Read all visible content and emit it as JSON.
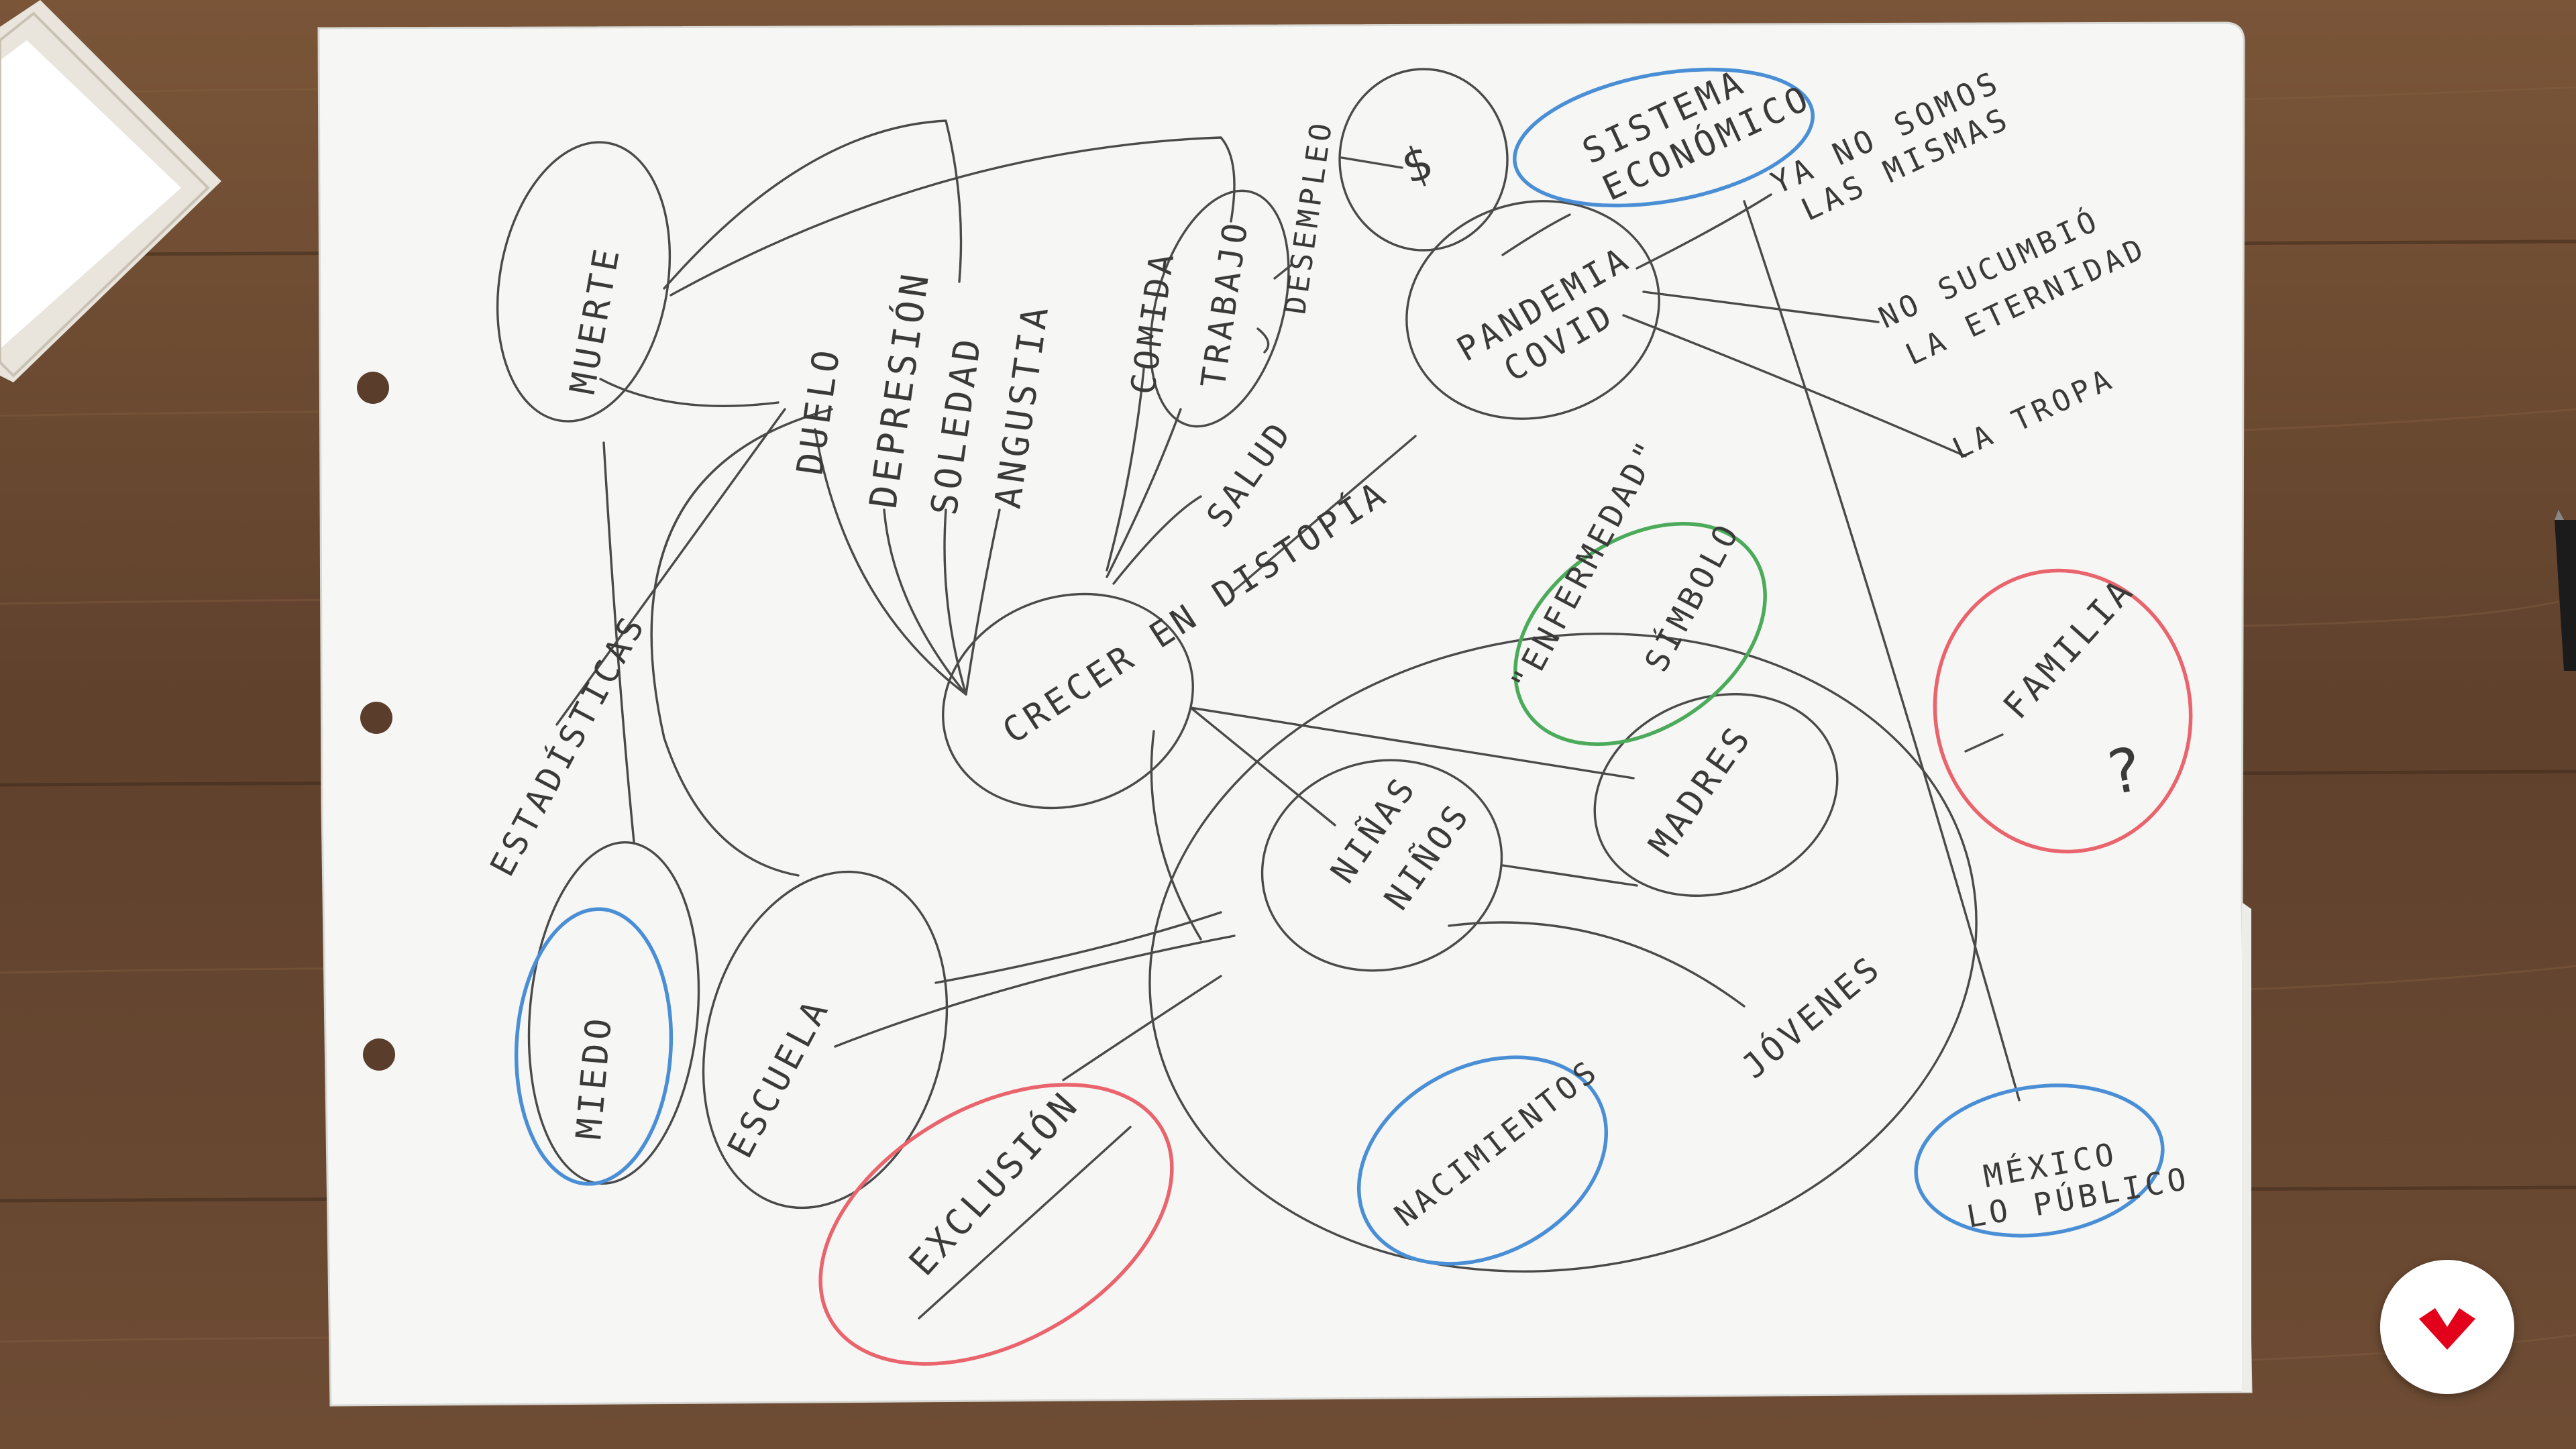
{
  "colors": {
    "wood": "#6b4a33",
    "paper": "#f6f6f4",
    "ink": "#4a4a4a",
    "marker_blue": "#4a8fd6",
    "marker_red": "#e9646c",
    "marker_green": "#4cab5a",
    "brand_red": "#e3001b"
  },
  "mindmap": {
    "center": "CRECER EN DISTOPÍA",
    "muerte": "MUERTE",
    "duelo": "DUELO",
    "depresion": "DEPRESIÓN",
    "soledad": "SOLEDAD",
    "angustia": "ANGUSTIA",
    "comida": "COMIDA",
    "trabajo": "TRABAJO",
    "desempleo": "DESEMPLEO",
    "salud": "SALUD",
    "dinero": "$",
    "sistema_1": "SISTEMA",
    "sistema_2": "ECONÓMICO",
    "ya_no_1": "YA NO SOMOS",
    "ya_no_2": "LAS MISMAS",
    "pandemia_1": "PANDEMIA",
    "pandemia_2": "COVID",
    "no_sucumbio_1": "NO SUCUMBIÓ",
    "no_sucumbio_2": "LA ETERNIDAD",
    "la_tropa": "LA TROPA",
    "estadisticas": "ESTADÍSTICAS",
    "enfermedad": "\"ENFERMEDAD\"",
    "simbolo": "SÍMBOLO",
    "familia": "FAMILIA",
    "question": "?",
    "madres": "MADRES",
    "ninas": "NIÑAS",
    "ninos": "NIÑOS",
    "miedo": "MIEDO",
    "escuela": "ESCUELA",
    "jovenes": "JÓVENES",
    "exclusion": "EXCLUSIÓN",
    "nacimientos": "NACIMIENTOS",
    "mexico_1": "MÉXICO",
    "mexico_2": "LO PÚBLICO"
  }
}
